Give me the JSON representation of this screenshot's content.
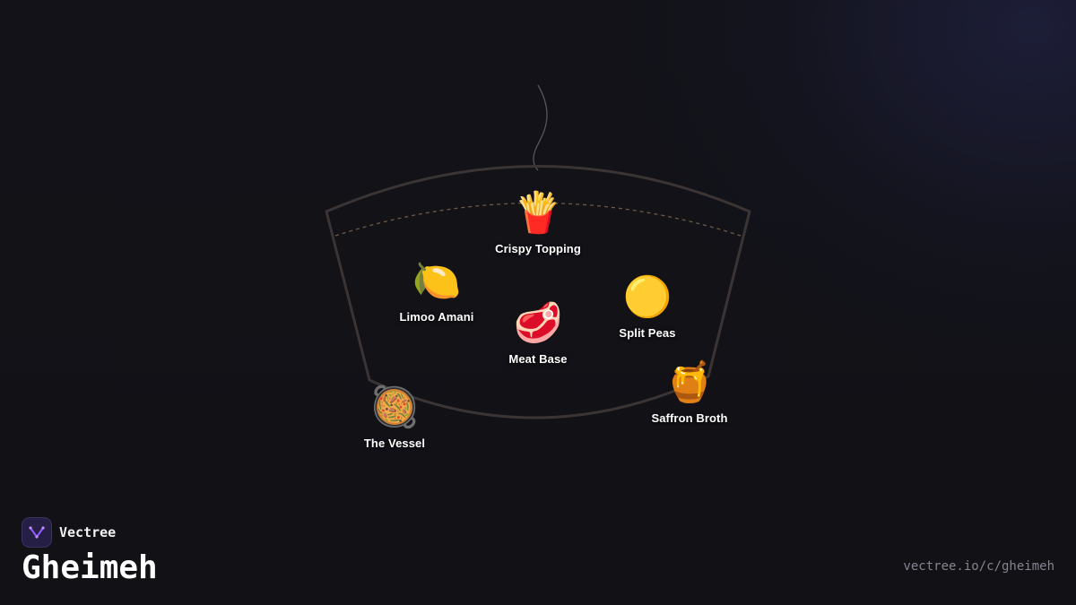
{
  "brand": {
    "name": "Vectree",
    "url": "vectree.io/c/gheimeh"
  },
  "page": {
    "title": "Gheimeh"
  },
  "diagram": {
    "outline_color": "#3b3435",
    "steam_color": "#5a5455",
    "dashed_color": "#6e5a48",
    "ingredients": [
      {
        "emoji": "🍟",
        "label": "Crispy Topping",
        "icon": "fries-icon"
      },
      {
        "emoji": "🍋",
        "label": "Limoo Amani",
        "icon": "lemon-icon"
      },
      {
        "emoji": "🥩",
        "label": "Meat Base",
        "icon": "meat-icon"
      },
      {
        "emoji": "🟡",
        "label": "Split Peas",
        "icon": "yellow-circle-icon"
      },
      {
        "emoji": "🍯",
        "label": "Saffron Broth",
        "icon": "honey-pot-icon"
      },
      {
        "emoji": "🥘",
        "label": "The Vessel",
        "icon": "pan-of-food-icon"
      }
    ]
  }
}
